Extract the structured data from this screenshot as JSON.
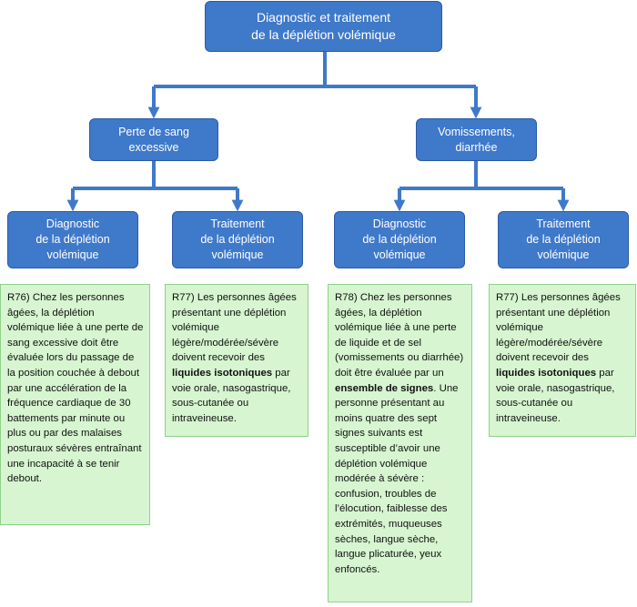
{
  "colors": {
    "box_fill": "#3f79c9",
    "connector": "#3f79c9",
    "note_fill": "#d6f5d0",
    "note_border": "#8fd18a"
  },
  "root": {
    "label": "Diagnostic et traitement\nde la déplétion volémique"
  },
  "branch_left": {
    "label": "Perte de sang\nexcessive"
  },
  "branch_right": {
    "label": "Vomissements,\ndiarrhée"
  },
  "leaf_1": {
    "label": "Diagnostic\nde la déplétion\nvolémique"
  },
  "leaf_2": {
    "label": "Traitement\nde la déplétion\nvolémique"
  },
  "leaf_3": {
    "label": "Diagnostic\nde la déplétion\nvolémique"
  },
  "leaf_4": {
    "label": "Traitement\nde la déplétion\nvolémique"
  },
  "note_r76": {
    "text": "R76) Chez les personnes âgées, la déplétion volémique liée à une perte de sang excessive doit être évaluée lors du passage de la position couchée à debout par une accélération de la fréquence cardiaque de 30 battements par minute ou plus ou par des malaises posturaux sévères entraînant une incapacité à se tenir debout."
  },
  "note_r77_a": {
    "text_before": "R77) Les personnes âgées présentant une déplétion volémique légère/modérée/sévère doivent recevoir des ",
    "bold": "liquides isotoniques",
    "text_after": " par voie orale, nasogastrique, sous-cutanée ou intraveineuse."
  },
  "note_r78": {
    "text_before": "R78) Chez les personnes âgées, la déplétion volémique liée à une perte de liquide et de sel (vomissements ou diarrhée) doit être évaluée par un ",
    "bold": "ensemble de signes",
    "text_after": ". Une personne présentant au moins quatre des sept signes suivants est susceptible d’avoir une déplétion volémique modérée à sévère : confusion, troubles de l’élocution, faiblesse des extrémités, muqueuses sèches, langue sèche, langue plicaturée, yeux enfoncés."
  },
  "note_r77_b": {
    "text_before": "R77) Les personnes âgées présentant une déplétion volémique légère/modérée/sévère doivent recevoir des ",
    "bold": "liquides isotoniques",
    "text_after": " par voie orale, nasogastrique, sous-cutanée ou intraveineuse."
  }
}
